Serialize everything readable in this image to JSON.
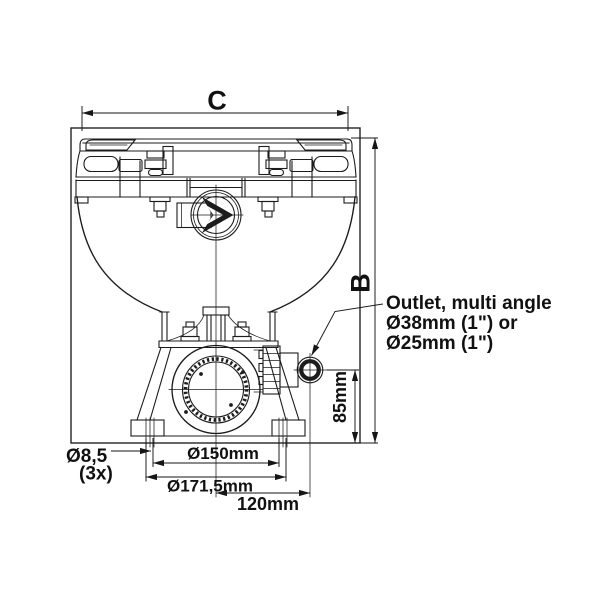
{
  "colors": {
    "line": "#1c1c1c",
    "text": "#111111",
    "background": "#ffffff"
  },
  "labels": {
    "overall_width": "C",
    "overall_height": "B",
    "outlet_note_line1": "Outlet, multi angle",
    "outlet_note_line2": "Ø38mm (1\") or",
    "outlet_note_line3": "Ø25mm (1\")",
    "outlet_center_height": "85mm",
    "mounting_hole_diameter": "Ø8,5",
    "mounting_hole_count": "(3x)",
    "base_circle_inner": "Ø150mm",
    "base_circle_outer": "Ø171,5mm",
    "outlet_offset": "120mm"
  }
}
